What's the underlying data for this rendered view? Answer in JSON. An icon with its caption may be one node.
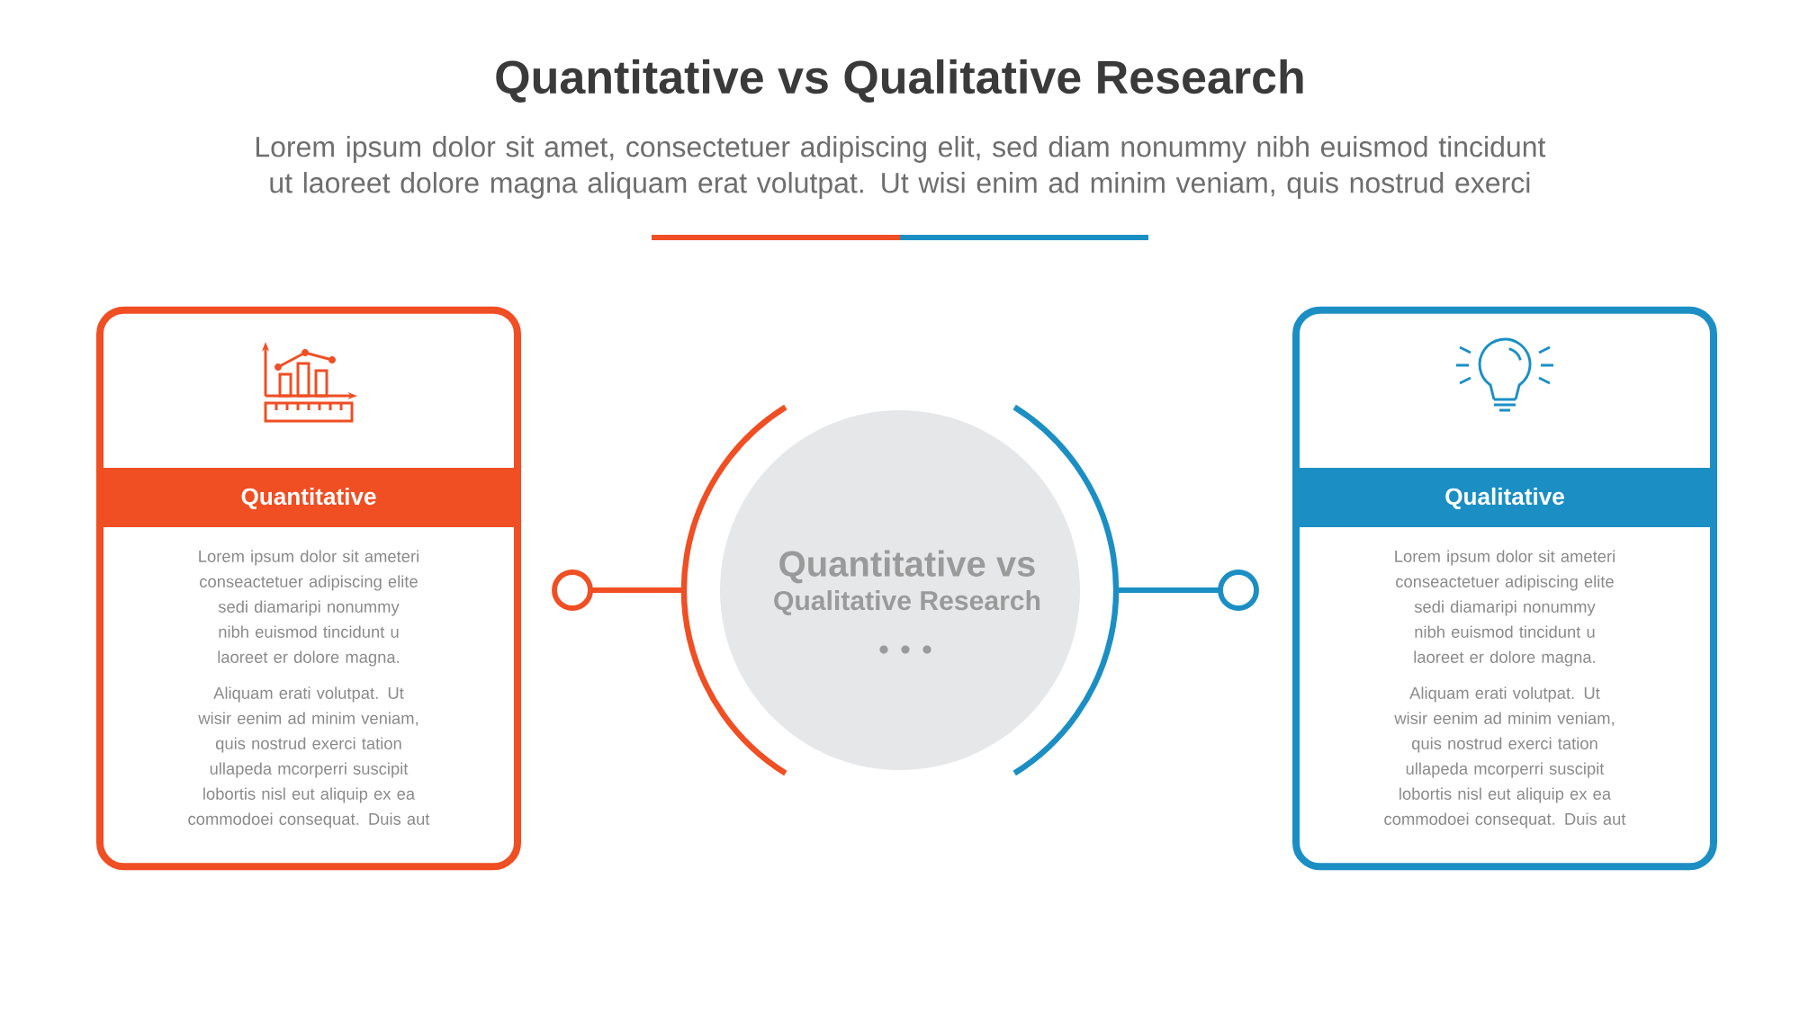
{
  "diagram": {
    "title": "Quantitative vs Qualitative Research",
    "caption": "Lorem ipsum dolor sit amet, consectetuer adipiscing elit, sed diam nonummy nibh euismod tincidunt ut laoreet dolore magna aliquam erat volutpat. Ut wisi enim ad minim veniam, quis nostrud exerci",
    "nodes": [
      {
        "text": [
          "Quantitative",
          "Lorem ipsum dolor sit ameteri conseactetuer adipiscing elite sedi diamaripi nonummy nibh euismod tincidunt u laoreet er dolore magna.",
          "Aliquam erati volutpat. Ut wisir eenim ad minim veniam, quis nostrud exerci tation ullapeda mcorperri suscipit lobortis nisl eut aliquip ex ea commodoei consequat. Duis aut"
        ]
      },
      {
        "text": [
          "Quantitative vs",
          "Qualitative Research"
        ]
      },
      {
        "text": [
          "Qualitative",
          "Lorem ipsum dolor sit ameteri conseactetuer adipiscing elite sedi diamaripi nonummy nibh euismod tincidunt u laoreet er dolore magna.",
          "Aliquam erati volutpat. Ut wisir eenim ad minim veniam, quis nostrud exerci tation ullapeda mcorperri suscipit lobortis nisl eut aliquip ex ea commodoei consequat. Duis aut"
        ]
      }
    ]
  }
}
